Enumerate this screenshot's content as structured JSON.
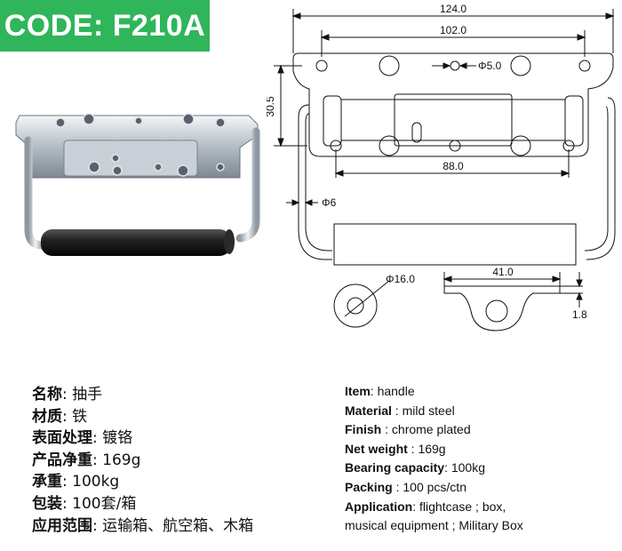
{
  "badge": {
    "code": "CODE: F210A",
    "color": "#2fb55a"
  },
  "dimensions": {
    "overall_width": "124.0",
    "hole_spacing": "102.0",
    "small_hole": "Φ5.0",
    "height": "30.5",
    "mid_spacing": "88.0",
    "rod_diameter": "Φ6",
    "grip_diameter": "Φ16.0",
    "side_length": "41.0",
    "thickness": "1.8"
  },
  "specs_cn": [
    {
      "key": "名称",
      "sep": ": ",
      "value": "抽手"
    },
    {
      "key": "材质",
      "sep": ": ",
      "value": "铁"
    },
    {
      "key": "表面处理",
      "sep": ": ",
      "value": "镀铬"
    },
    {
      "key": "产品净重",
      "sep": ": ",
      "value": "169g"
    },
    {
      "key": "承重",
      "sep": ": ",
      "value": "100kg"
    },
    {
      "key": "包装",
      "sep": ": ",
      "value": "100套/箱"
    },
    {
      "key": "应用范围",
      "sep": ": ",
      "value": "运输箱、航空箱、木箱"
    }
  ],
  "specs_en": [
    {
      "key": "Item",
      "sep": ": ",
      "value": "handle"
    },
    {
      "key": "Material",
      "sep": " : ",
      "value": "mild steel"
    },
    {
      "key": "Finish",
      "sep": " : ",
      "value": "chrome plated"
    },
    {
      "key": "Net weight",
      "sep": " :  ",
      "value": "169g"
    },
    {
      "key": "Bearing capacity",
      "sep": ": ",
      "value": "100kg"
    },
    {
      "key": "Packing",
      "sep": " : ",
      "value": "100 pcs/ctn"
    },
    {
      "key": "Application",
      "sep": ": ",
      "value": "flightcase ; box,"
    },
    {
      "key": "",
      "sep": "",
      "value": "musical equipment ; Military Box"
    }
  ]
}
